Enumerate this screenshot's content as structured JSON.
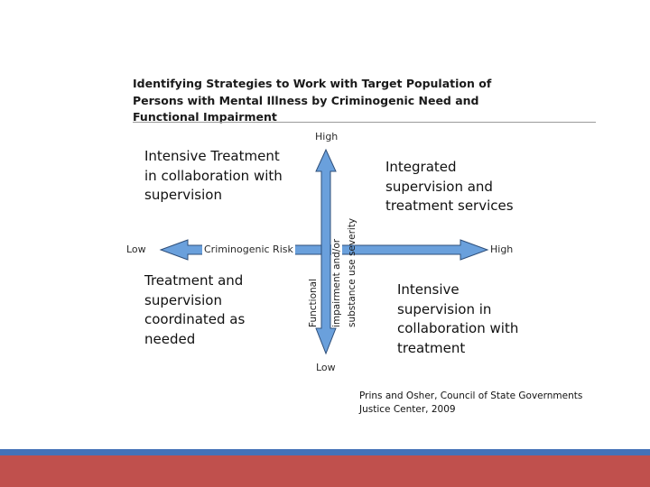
{
  "title": "Identifying Strategies to Work with Target Population of Persons with Mental Illness by Criminogenic Need and Functional Impairment",
  "axes": {
    "vertical_top": "High",
    "vertical_bottom": "Low",
    "horizontal_left": "Low",
    "horizontal_right": "High",
    "horizontal_name": "Criminogenic Risk",
    "vertical_name_line1": "Functional",
    "vertical_name_line2": "impairment and/or",
    "vertical_name_line3": "substance use severity"
  },
  "quadrants": {
    "top_left": [
      "Intensive Treatment",
      "in collaboration with",
      "supervision"
    ],
    "top_right": [
      "Integrated",
      "supervision and",
      "treatment services"
    ],
    "bottom_left": [
      "Treatment and",
      "supervision",
      "coordinated as",
      "needed"
    ],
    "bottom_right": [
      "Intensive",
      "supervision in",
      "collaboration with",
      "treatment"
    ]
  },
  "credit": [
    "Prins and Osher, Council of State Governments",
    "Justice Center, 2009"
  ],
  "colors": {
    "arrow": "#6aa0dc",
    "arrow_outline": "#2f4f7a",
    "footer_blue": "#4472b8",
    "footer_red": "#c0504d"
  }
}
